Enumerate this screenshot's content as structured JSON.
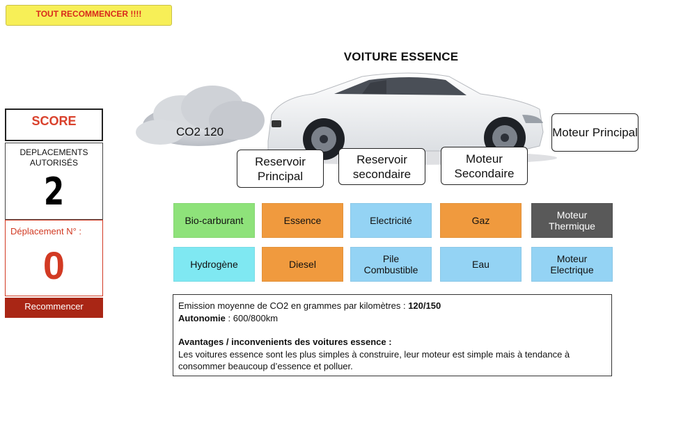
{
  "top_reset": {
    "label": "TOUT RECOMMENCER !!!!"
  },
  "title": "VOITURE ESSENCE",
  "score_panel": {
    "score_label": "SCORE",
    "allowed_moves_label": "DEPLACEMENTS AUTORISÉS",
    "allowed_moves_value": "2",
    "move_number_label": "Déplacement N° :",
    "move_number_value": "0",
    "restart_label": "Recommencer"
  },
  "scene": {
    "co2_label": "CO2 120",
    "slots": [
      {
        "id": "reservoir-principal",
        "label": "Reservoir Principal"
      },
      {
        "id": "reservoir-secondaire",
        "label": "Reservoir secondaire"
      },
      {
        "id": "moteur-secondaire",
        "label": "Moteur Secondaire"
      },
      {
        "id": "moteur-principal",
        "label": "Moteur Principal"
      }
    ]
  },
  "options": {
    "row1": [
      {
        "label": "Bio-carburant",
        "color": "#8ee27a"
      },
      {
        "label": "Essence",
        "color": "#f09a3e"
      },
      {
        "label": "Electricité",
        "color": "#94d3f4"
      },
      {
        "label": "Gaz",
        "color": "#f09a3e"
      },
      {
        "label": "Moteur Thermique",
        "color": "#595959"
      }
    ],
    "row2": [
      {
        "label": "Hydrogène",
        "color": "#7fe8f2"
      },
      {
        "label": "Diesel",
        "color": "#f09a3e"
      },
      {
        "label": "Pile Combustible",
        "color": "#94d3f4"
      },
      {
        "label": "Eau",
        "color": "#94d3f4"
      },
      {
        "label": "Moteur Electrique",
        "color": "#94d3f4"
      }
    ]
  },
  "info": {
    "emission_text": "Emission moyenne de CO2 en grammes par kilomètres : ",
    "emission_value": "120/150",
    "autonomy_label": "Autonomie",
    "autonomy_value": ":  600/800km",
    "advantages_title": "Avantages / inconvenients des voitures essence :",
    "advantages_text": "Les voitures essence sont les plus simples à construire, leur moteur est simple mais à tendance à consommer beaucoup d’essence et polluer."
  },
  "colors": {
    "accent_red": "#d23a23",
    "restart_bg": "#a92615",
    "reset_bg": "#f7ef57"
  }
}
